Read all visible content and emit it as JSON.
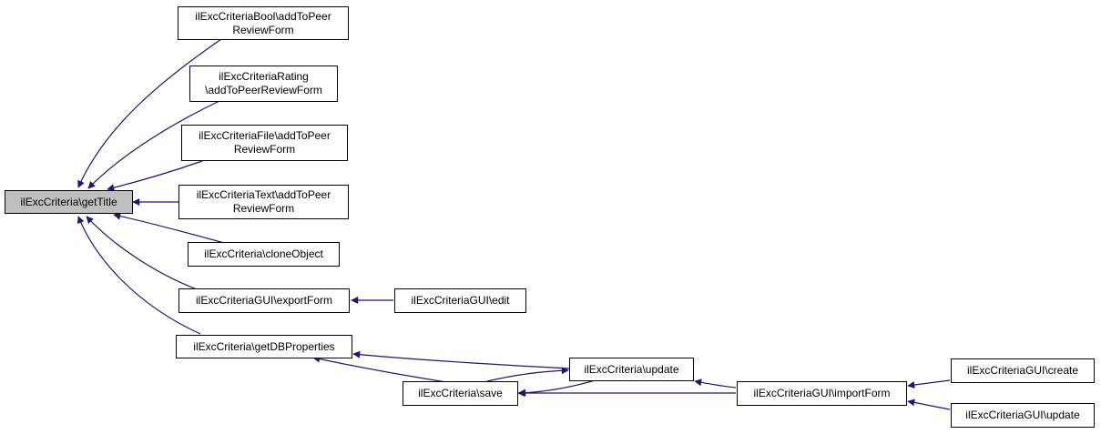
{
  "colors": {
    "edge": "#191970",
    "root_fill": "#bfbfbf",
    "node_fill": "#ffffff",
    "border": "#000000"
  },
  "nodes": {
    "root": "ilExcCriteria\\getTitle",
    "bool": "ilExcCriteriaBool\\addToPeer\nReviewForm",
    "rating": "ilExcCriteriaRating\n\\addToPeerReviewForm",
    "file": "ilExcCriteriaFile\\addToPeer\nReviewForm",
    "text": "ilExcCriteriaText\\addToPeer\nReviewForm",
    "clone": "ilExcCriteria\\cloneObject",
    "export": "ilExcCriteriaGUI\\exportForm",
    "edit": "ilExcCriteriaGUI\\edit",
    "getdb": "ilExcCriteria\\getDBProperties",
    "save": "ilExcCriteria\\save",
    "update": "ilExcCriteria\\update",
    "import": "ilExcCriteriaGUI\\importForm",
    "create": "ilExcCriteriaGUI\\create",
    "guiupdate": "ilExcCriteriaGUI\\update"
  }
}
